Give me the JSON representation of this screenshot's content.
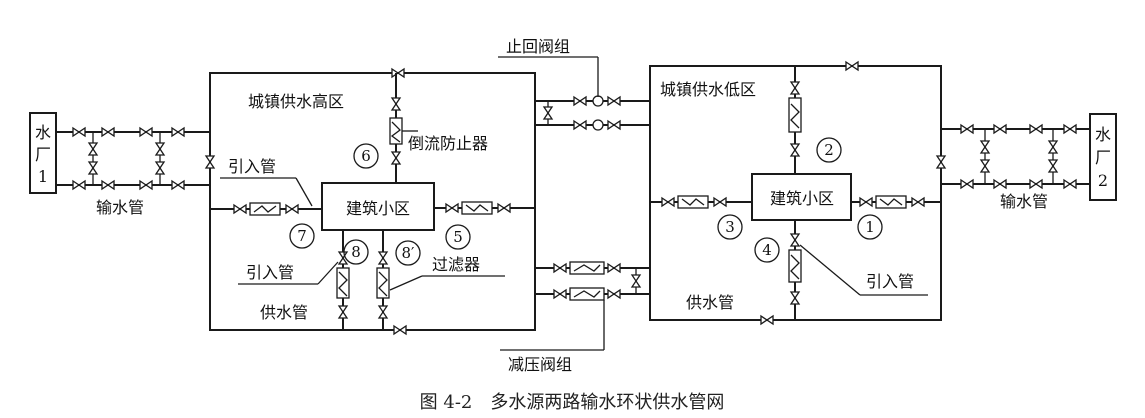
{
  "labels": {
    "plant1": [
      "水",
      "厂",
      "1"
    ],
    "plant2": [
      "水",
      "厂",
      "2"
    ],
    "transmission_left": "输水管",
    "transmission_right": "输水管",
    "high_zone": "城镇供水高区",
    "low_zone": "城镇供水低区",
    "check_valve_group": "止回阀组",
    "pressure_reducing_group": "减压阀组",
    "backflow_preventer": "倒流防止器",
    "inlet_pipe_left_top": "引入管",
    "inlet_pipe_left_bottom": "引入管",
    "inlet_pipe_right": "引入管",
    "building_left": "建筑小区",
    "building_right": "建筑小区",
    "supply_pipe_left": "供水管",
    "supply_pipe_right": "供水管",
    "filter": "过滤器",
    "caption": "图 4-2　多水源两路输水环状供水管网"
  },
  "markers": {
    "m1": "1",
    "m2": "2",
    "m3": "3",
    "m4": "4",
    "m5": "5",
    "m6": "6",
    "m7": "7",
    "m8": "8",
    "m8p": "8′"
  }
}
